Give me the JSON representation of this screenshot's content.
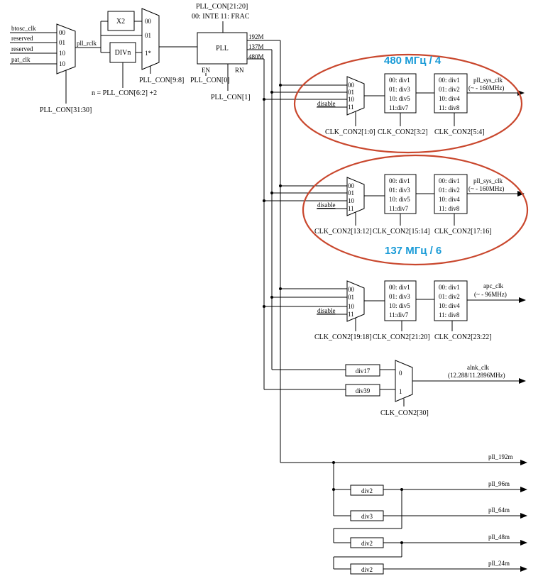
{
  "colors": {
    "line": "#000000",
    "highlight_oval": "#c9472d",
    "annotation": "#1a9bd7"
  },
  "inputs": {
    "btosc": "btosc_clk",
    "reserved1": "reserved",
    "reserved2": "reserved",
    "pat": "pat_clk"
  },
  "sel4": {
    "s00": "00",
    "s01": "01",
    "s10": "10",
    "s11": "10"
  },
  "input_mux_ctrl": "PLL_CON[31:30]",
  "pll_rclk": "pll_rclk",
  "x2_label": "X2",
  "divn_label": "DIVn",
  "divn_formula": "n = PLL_CON[6:2] +2",
  "mux2_sel": {
    "s00": "00",
    "s01": "01",
    "s1x": "1*"
  },
  "mux2_ctrl": "PLL_CON[9:8]",
  "pll": {
    "label": "PLL",
    "con_top1": "PLL_CON[21:20]",
    "con_top2": "00: INTE  11: FRAC",
    "en": "EN",
    "rn": "RN",
    "en_ctrl": "PLL_CON[0]",
    "rn_ctrl": "PLL_CON[1]",
    "out_192": "192M",
    "out_137": "137M",
    "out_480": "480M"
  },
  "annotations": {
    "top": "480 МГц / 4",
    "middle": "137 МГц / 6"
  },
  "mux_sel": {
    "s00": "00",
    "s01": "01",
    "s10": "10",
    "s11": "11",
    "disable": "disable"
  },
  "div_a": {
    "l1": "00: div1",
    "l2": "01: div3",
    "l3": "10: div5",
    "l4": "11:div7"
  },
  "div_b": {
    "l1": "00: div1",
    "l2": "01: div2",
    "l3": "10: div4",
    "l4": "11: div8"
  },
  "branch1": {
    "mux_ctrl": "CLK_CON2[1:0]",
    "div1_ctrl": "CLK_CON2[3:2]",
    "div2_ctrl": "CLK_CON2[5:4]",
    "out_name": "pll_sys_clk",
    "out_freq": "(~ - 160MHz)"
  },
  "branch2": {
    "mux_ctrl": "CLK_CON2[13:12]",
    "div1_ctrl": "CLK_CON2[15:14]",
    "div2_ctrl": "CLK_CON2[17:16]",
    "out_name": "pll_sys_clk",
    "out_freq": "(~ - 160MHz)"
  },
  "branch3": {
    "mux_ctrl": "CLK_CON2[19:18]",
    "div1_ctrl": "CLK_CON2[21:20]",
    "div2_ctrl": "CLK_CON2[23:22]",
    "out_name": "apc_clk",
    "out_freq": "(~ - 96MHz)"
  },
  "alnk": {
    "div17": "div17",
    "div39": "div39",
    "sel0": "0",
    "sel1": "1",
    "ctrl": "CLK_CON2[30]",
    "out_name": "alnk_clk",
    "out_freq": "(12.288/11.2896MHz)"
  },
  "outputs": {
    "pll_192m": "pll_192m",
    "pll_96m": "pll_96m",
    "pll_64m": "pll_64m",
    "pll_48m": "pll_48m",
    "pll_24m": "pll_24m",
    "div2": "div2",
    "div3": "div3"
  }
}
